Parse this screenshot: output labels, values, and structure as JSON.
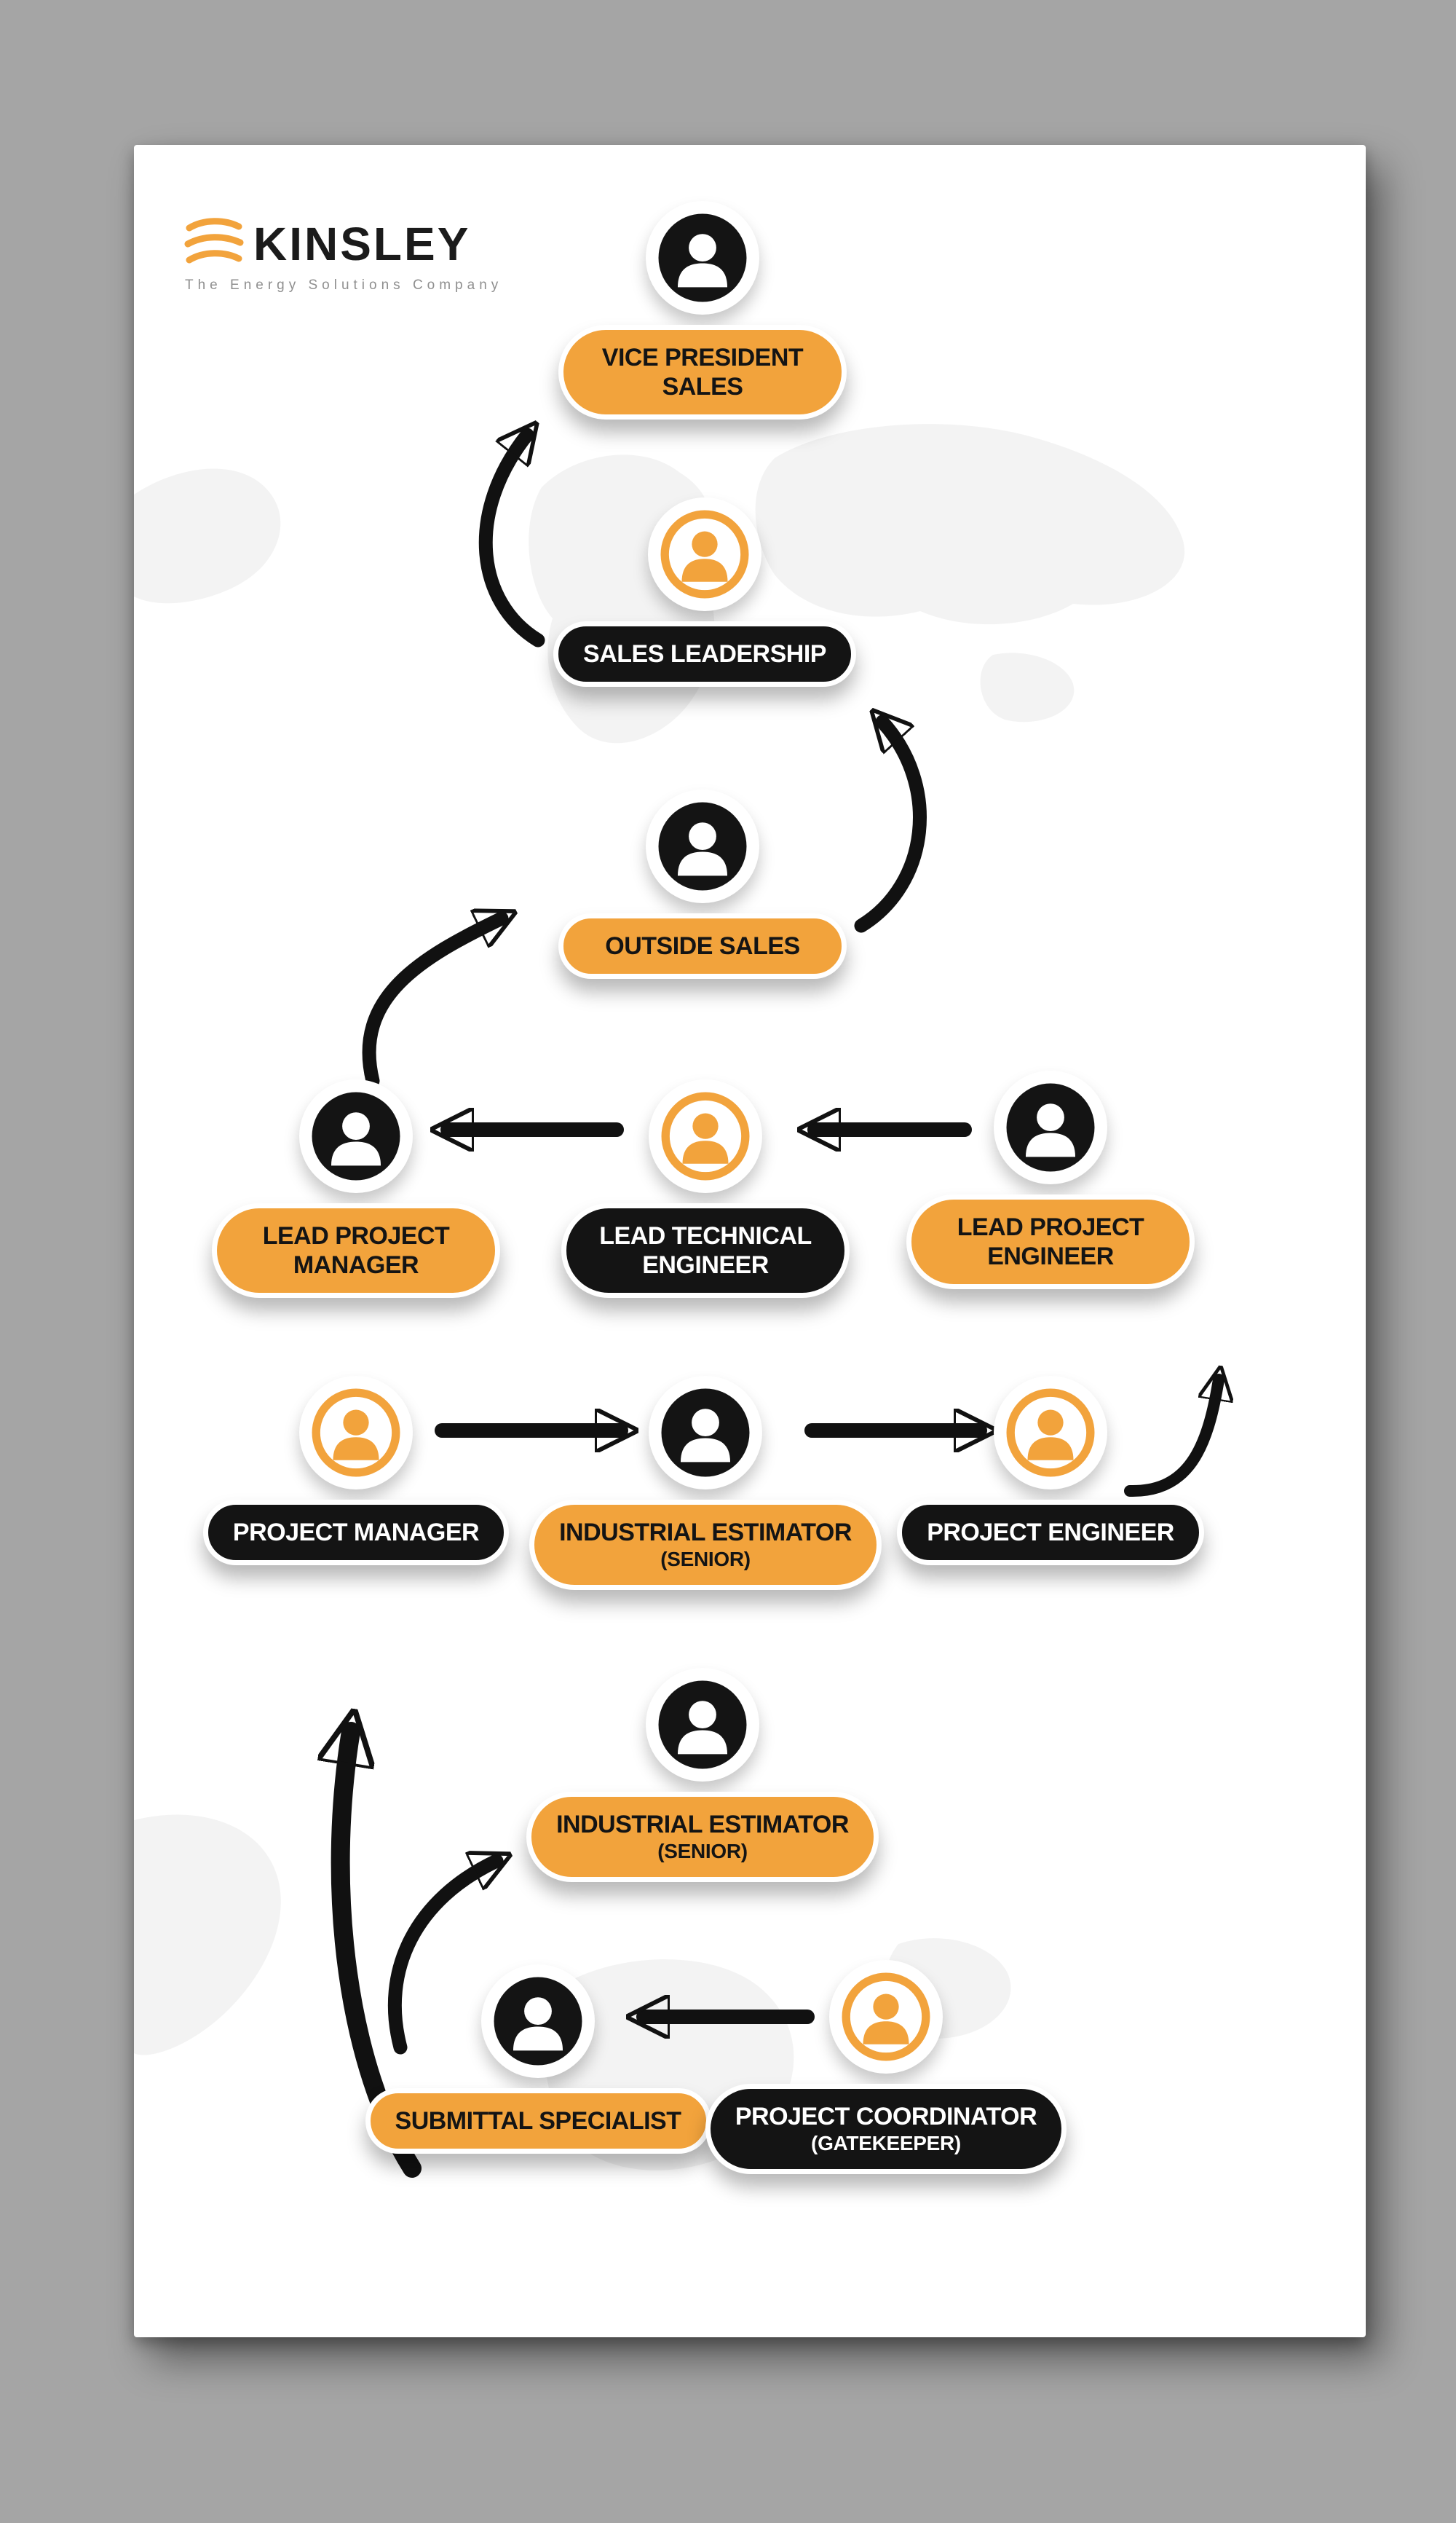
{
  "page": {
    "background_color": "#a5a5a5",
    "poster_color": "#ffffff"
  },
  "colors": {
    "orange": "#F2A33C",
    "black": "#141414",
    "map_watermark": "#ededed"
  },
  "logo": {
    "name": "KINSLEY",
    "tagline": "The Energy Solutions Company",
    "mark": "three-wave-icon"
  },
  "nodes": [
    {
      "id": "vice-president-sales",
      "line1": "VICE PRESIDENT",
      "line2": "SALES",
      "pill": "orange",
      "avatar": "black",
      "icon": "person-icon"
    },
    {
      "id": "sales-leadership",
      "line1": "SALES LEADERSHIP",
      "pill": "black",
      "avatar": "orange",
      "icon": "person-icon"
    },
    {
      "id": "outside-sales",
      "line1": "OUTSIDE SALES",
      "pill": "orange",
      "avatar": "black",
      "icon": "person-icon"
    },
    {
      "id": "lead-project-manager",
      "line1": "LEAD PROJECT",
      "line2": "MANAGER",
      "pill": "orange",
      "avatar": "black",
      "icon": "person-icon"
    },
    {
      "id": "lead-technical-engineer",
      "line1": "LEAD TECHNICAL",
      "line2": "ENGINEER",
      "pill": "black",
      "avatar": "orange",
      "icon": "person-icon"
    },
    {
      "id": "lead-project-engineer",
      "line1": "LEAD PROJECT",
      "line2": "ENGINEER",
      "pill": "orange",
      "avatar": "black",
      "icon": "person-icon"
    },
    {
      "id": "project-manager",
      "line1": "PROJECT MANAGER",
      "pill": "black",
      "avatar": "orange",
      "icon": "person-icon"
    },
    {
      "id": "industrial-estimator-senior",
      "line1": "INDUSTRIAL ESTIMATOR",
      "line2": "(SENIOR)",
      "pill": "orange",
      "avatar": "black",
      "icon": "person-icon"
    },
    {
      "id": "project-engineer",
      "line1": "PROJECT ENGINEER",
      "pill": "black",
      "avatar": "orange",
      "icon": "person-icon"
    },
    {
      "id": "industrial-estimator-senior-2",
      "line1": "INDUSTRIAL ESTIMATOR",
      "line2": "(SENIOR)",
      "pill": "orange",
      "avatar": "black",
      "icon": "person-icon"
    },
    {
      "id": "submittal-specialist",
      "line1": "SUBMITTAL SPECIALIST",
      "pill": "orange",
      "avatar": "black",
      "icon": "person-icon"
    },
    {
      "id": "project-coordinator-gatekeeper",
      "line1": "PROJECT COORDINATOR",
      "line2": "(GATEKEEPER)",
      "pill": "black",
      "avatar": "orange",
      "icon": "person-icon"
    }
  ],
  "flow": [
    {
      "from": "sales-leadership",
      "to": "vice-president-sales"
    },
    {
      "from": "outside-sales",
      "to": "sales-leadership"
    },
    {
      "from": "lead-project-engineer",
      "to": "lead-technical-engineer"
    },
    {
      "from": "lead-technical-engineer",
      "to": "lead-project-manager"
    },
    {
      "from": "lead-project-manager",
      "to": "outside-sales"
    },
    {
      "from": "project-manager",
      "to": "industrial-estimator-senior"
    },
    {
      "from": "industrial-estimator-senior",
      "to": "project-engineer"
    },
    {
      "from": "project-engineer",
      "to": "next-stage-up"
    },
    {
      "from": "submittal-specialist",
      "to": "industrial-estimator-senior-2"
    },
    {
      "from": "submittal-specialist",
      "to": "industrial-estimator-senior-2-label"
    },
    {
      "from": "project-coordinator-gatekeeper",
      "to": "submittal-specialist"
    }
  ]
}
